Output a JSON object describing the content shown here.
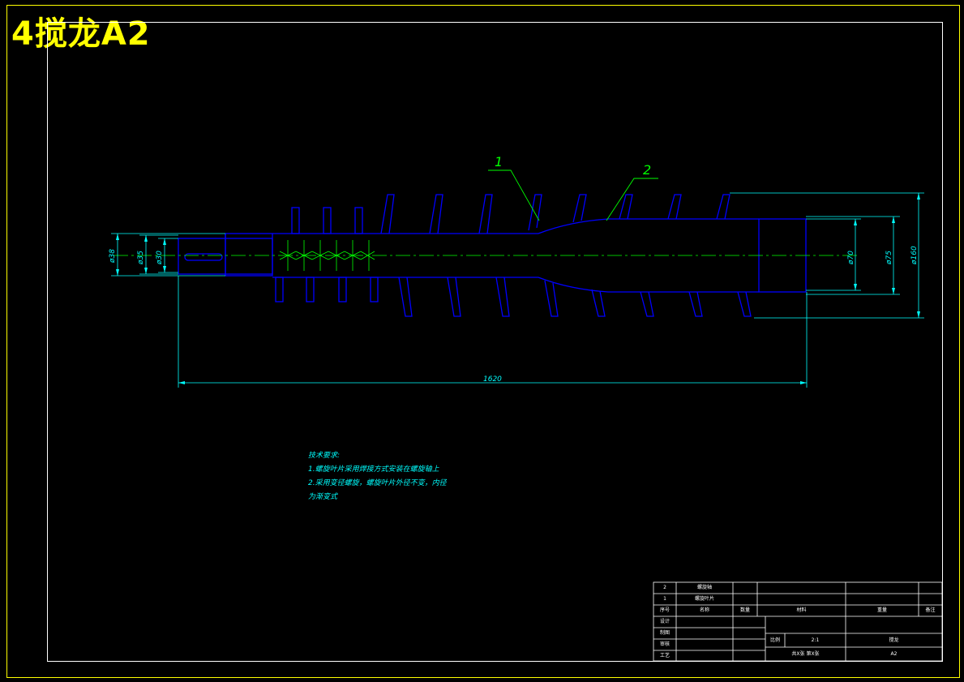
{
  "title_stamp": "4搅龙A2",
  "balloons": [
    "1",
    "2"
  ],
  "dimensions": {
    "d38": "ø38",
    "d35": "ø35",
    "d30": "ø30",
    "d70": "ø70",
    "d75": "ø75",
    "d160": "ø160",
    "length": "1620"
  },
  "technical_requirements": {
    "heading": "技术要求:",
    "lines": [
      "1.螺旋叶片采用焊接方式安装在螺旋轴上",
      "2.采用变径螺旋，螺旋叶片外径不变，内径",
      "为渐变式"
    ]
  },
  "title_block": {
    "bom_rows": [
      {
        "no": "2",
        "name": "螺旋轴"
      },
      {
        "no": "1",
        "name": "螺旋叶片"
      }
    ],
    "header": {
      "no": "序号",
      "name": "名称",
      "qty": "数量",
      "material": "材料",
      "weight": "重量",
      "remark": "备注"
    },
    "roles": [
      "设计",
      "制图",
      "审核",
      "工艺"
    ],
    "scale_label": "比例",
    "scale_value": "2:1",
    "part_name": "搅龙",
    "sheets": "共X张  第X张",
    "format": "A2"
  },
  "colors": {
    "background": "#000000",
    "frame": "#ffff00",
    "part": "#0000ff",
    "dimension": "#00ffff",
    "centerline": "#00ff00",
    "leader": "#00ff00",
    "table": "#ffffff"
  }
}
